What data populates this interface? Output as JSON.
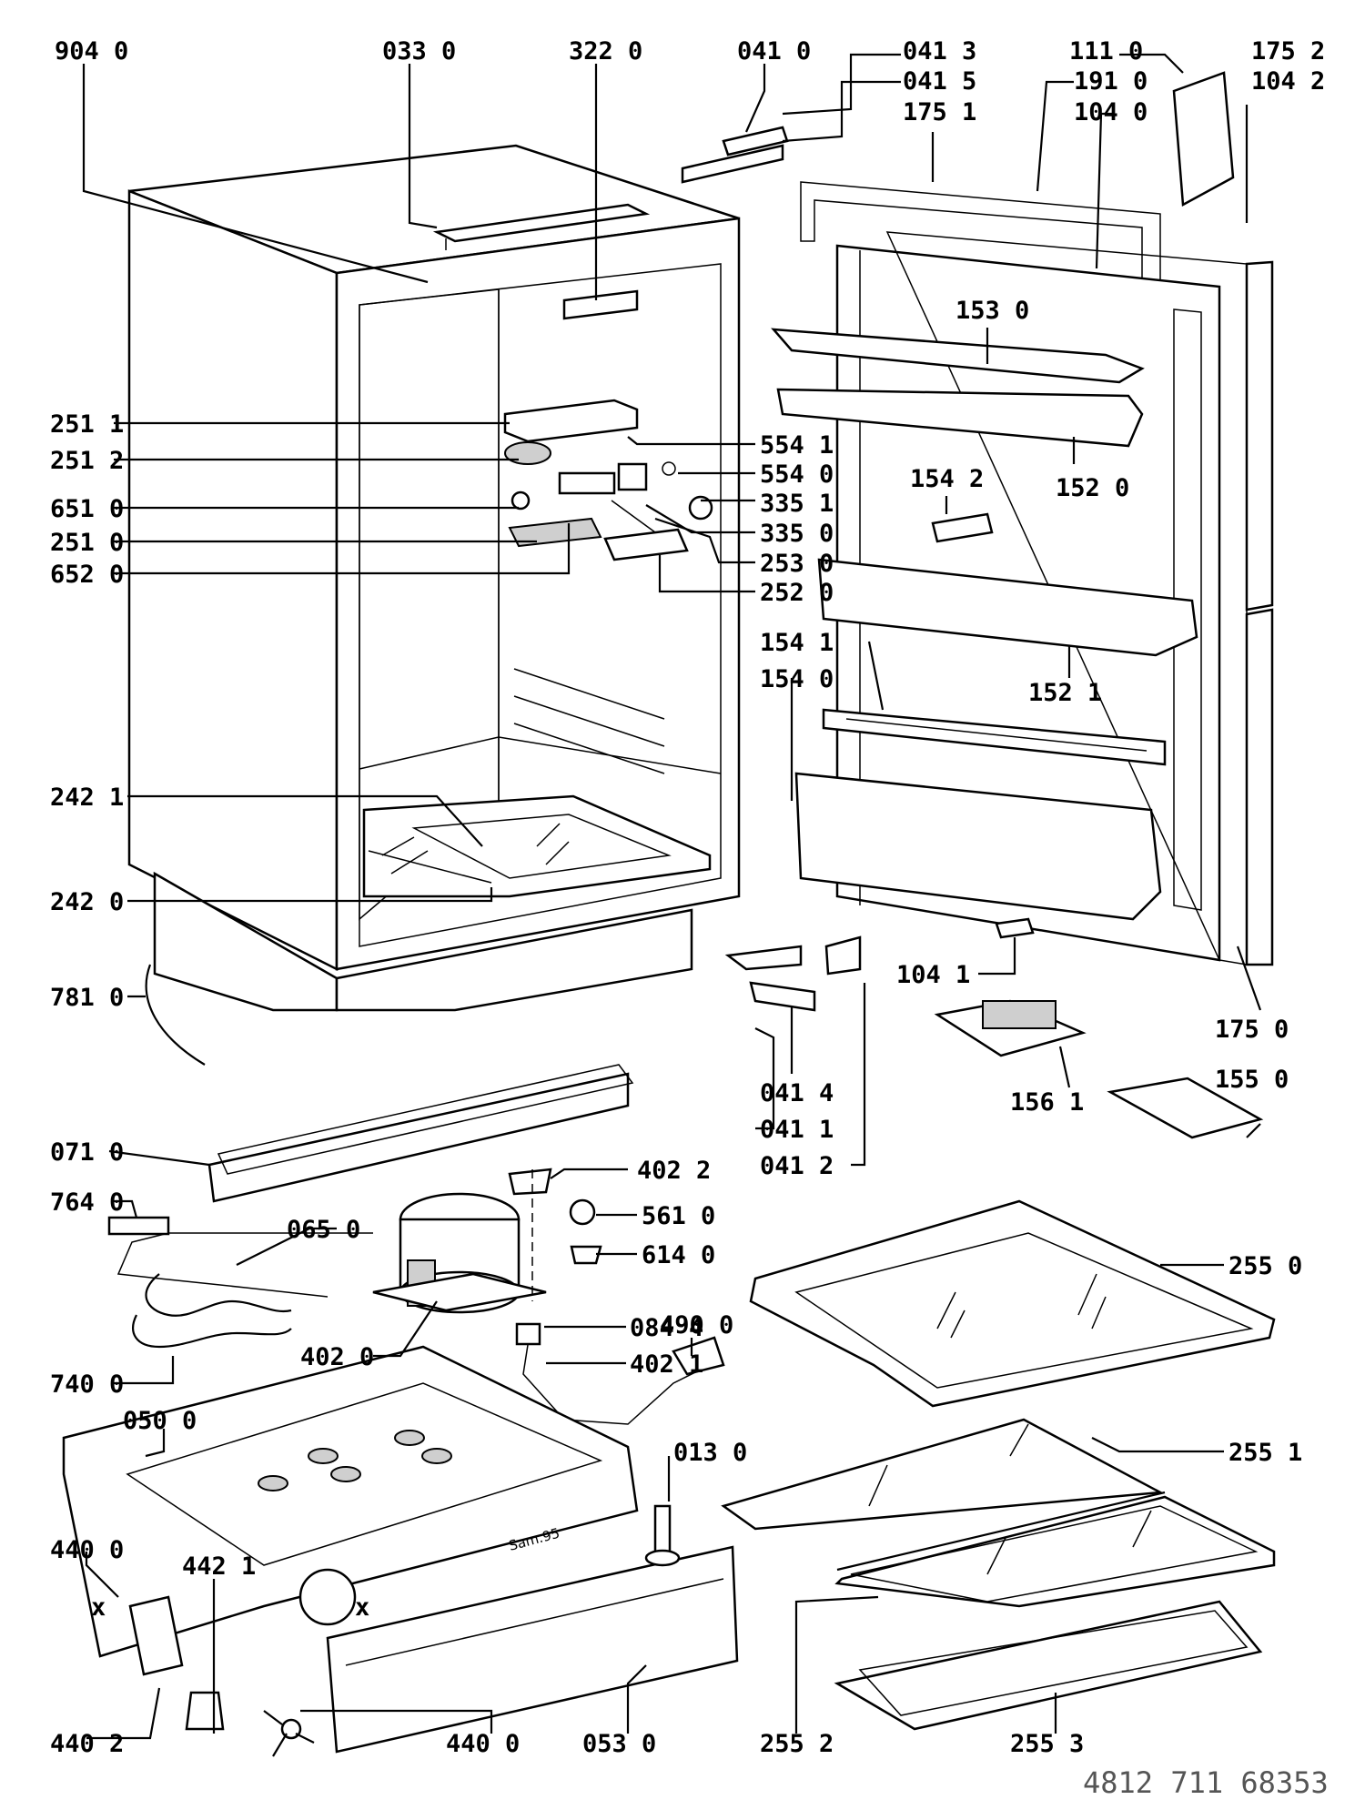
{
  "labels": [
    {
      "id": "904-0",
      "text": "904 0"
    },
    {
      "id": "033-0",
      "text": "033 0"
    },
    {
      "id": "322-0",
      "text": "322 0"
    },
    {
      "id": "041-0",
      "text": "041 0"
    },
    {
      "id": "041-3",
      "text": "041 3"
    },
    {
      "id": "041-5",
      "text": "041 5"
    },
    {
      "id": "175-1",
      "text": "175 1"
    },
    {
      "id": "111-0",
      "text": "111 0"
    },
    {
      "id": "191-0",
      "text": "191 0"
    },
    {
      "id": "104-0",
      "text": "104 0"
    },
    {
      "id": "175-2",
      "text": "175 2"
    },
    {
      "id": "104-2",
      "text": "104 2"
    },
    {
      "id": "153-0",
      "text": "153 0"
    },
    {
      "id": "152-0",
      "text": "152 0"
    },
    {
      "id": "154-2",
      "text": "154 2"
    },
    {
      "id": "251-1",
      "text": "251 1"
    },
    {
      "id": "251-2",
      "text": "251 2"
    },
    {
      "id": "651-0",
      "text": "651 0"
    },
    {
      "id": "251-0",
      "text": "251 0"
    },
    {
      "id": "652-0",
      "text": "652 0"
    },
    {
      "id": "554-1",
      "text": "554 1"
    },
    {
      "id": "554-0",
      "text": "554 0"
    },
    {
      "id": "335-1",
      "text": "335 1"
    },
    {
      "id": "335-0",
      "text": "335 0"
    },
    {
      "id": "253-0",
      "text": "253 0"
    },
    {
      "id": "252-0",
      "text": "252 0"
    },
    {
      "id": "154-1",
      "text": "154 1"
    },
    {
      "id": "154-0",
      "text": "154 0"
    },
    {
      "id": "152-1",
      "text": "152 1"
    },
    {
      "id": "242-1",
      "text": "242 1"
    },
    {
      "id": "242-0",
      "text": "242 0"
    },
    {
      "id": "781-0",
      "text": "781 0"
    },
    {
      "id": "104-1",
      "text": "104 1"
    },
    {
      "id": "175-0",
      "text": "175 0"
    },
    {
      "id": "041-4",
      "text": "041 4"
    },
    {
      "id": "041-1",
      "text": "041 1"
    },
    {
      "id": "041-2",
      "text": "041 2"
    },
    {
      "id": "156-1",
      "text": "156 1"
    },
    {
      "id": "155-0",
      "text": "155 0"
    },
    {
      "id": "071-0",
      "text": "071 0"
    },
    {
      "id": "402-2",
      "text": "402 2"
    },
    {
      "id": "764-0",
      "text": "764 0"
    },
    {
      "id": "065-0",
      "text": "065 0"
    },
    {
      "id": "561-0",
      "text": "561 0"
    },
    {
      "id": "614-0",
      "text": "614 0"
    },
    {
      "id": "255-0",
      "text": "255 0"
    },
    {
      "id": "402-0",
      "text": "402 0"
    },
    {
      "id": "084-4",
      "text": "084 4"
    },
    {
      "id": "490-0",
      "text": "490 0"
    },
    {
      "id": "402-1",
      "text": "402 1"
    },
    {
      "id": "740-0",
      "text": "740 0"
    },
    {
      "id": "050-0",
      "text": "050 0"
    },
    {
      "id": "013-0",
      "text": "013 0"
    },
    {
      "id": "255-1",
      "text": "255 1"
    },
    {
      "id": "440-0-a",
      "text": "440 0"
    },
    {
      "id": "442-1",
      "text": "442 1"
    },
    {
      "id": "440-2",
      "text": "440 2"
    },
    {
      "id": "440-0-b",
      "text": "440 0"
    },
    {
      "id": "053-0",
      "text": "053 0"
    },
    {
      "id": "255-2",
      "text": "255 2"
    },
    {
      "id": "255-3",
      "text": "255 3"
    }
  ],
  "markers": {
    "x1": "x",
    "x2": "x"
  },
  "stamp": "Sam.95",
  "document_code": "4812 711 68353"
}
